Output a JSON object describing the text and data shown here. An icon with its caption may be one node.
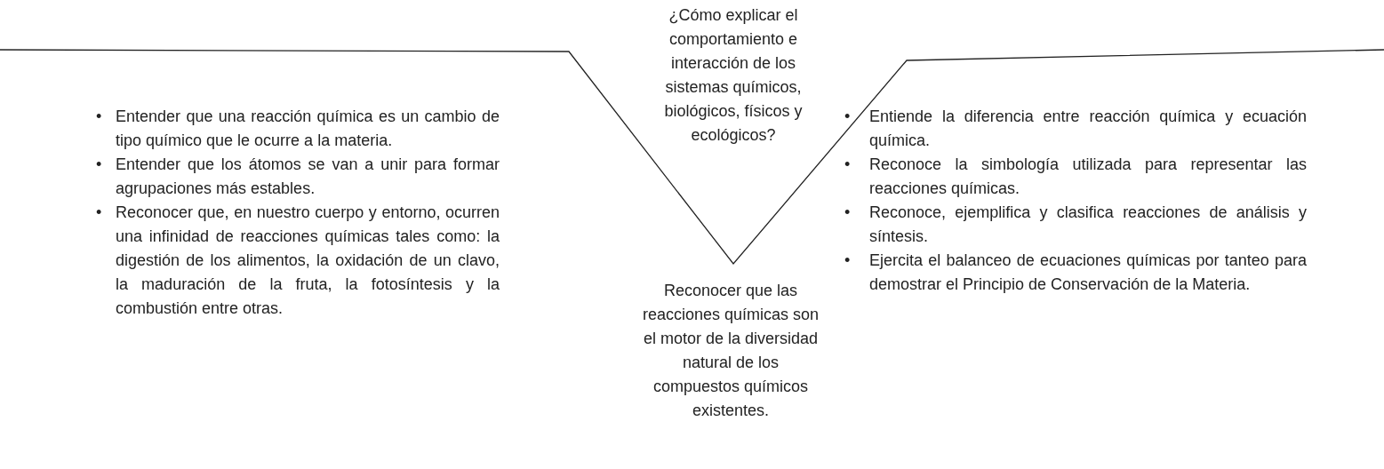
{
  "diagram": {
    "labels": [
      "¿Cómo explicar el comportamiento e interacción de los sistemas químicos, biológicos, físicos y ecológicos?",
      "•",
      "Entender que una reacción química es un cambio de tipo químico que le ocurre a la materia.",
      "•",
      "Entender que los átomos se van a unir para formar agrupaciones más estables.",
      "•",
      "Reconocer que, en nuestro cuerpo y entorno, ocurren una infinidad de reacciones químicas tales como: la digestión de los alimentos, la oxidación de un clavo, la maduración de la fruta, la fotosíntesis y la combustión entre otras.",
      "•",
      "Entiende la diferencia entre reacción química y ecuación química.",
      "•",
      "Reconoce la simbología utilizada para representar las reacciones químicas.",
      "•",
      "Reconoce, ejemplifica y clasifica reacciones de análisis y síntesis.",
      "•",
      "Ejercita el balanceo de ecuaciones químicas por tanteo para demostrar el Principio de Conservación de la Materia.",
      "Reconocer que las reacciones químicas son el motor de la diversidad natural de los compuestos químicos existentes."
    ]
  }
}
